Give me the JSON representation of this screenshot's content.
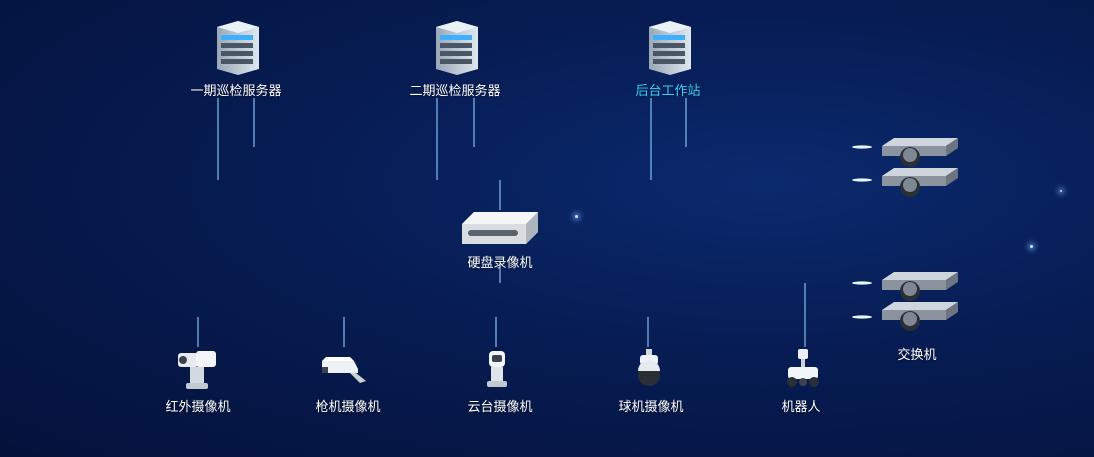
{
  "servers": [
    {
      "label": "一期巡检服务器",
      "icon": "server-icon"
    },
    {
      "label": "二期巡检服务器",
      "icon": "server-icon"
    },
    {
      "label": "后台工作站",
      "icon": "server-icon"
    }
  ],
  "nvr": {
    "label": "硬盘录像机",
    "icon": "nvr-icon"
  },
  "switch": {
    "label": "交换机",
    "icon": "switch-icon"
  },
  "devices": [
    {
      "label": "红外摄像机",
      "icon": "infrared-camera-icon"
    },
    {
      "label": "枪机摄像机",
      "icon": "bullet-camera-icon"
    },
    {
      "label": "云台摄像机",
      "icon": "ptz-camera-icon"
    },
    {
      "label": "球机摄像机",
      "icon": "dome-camera-icon"
    },
    {
      "label": "机器人",
      "icon": "robot-icon"
    }
  ],
  "colors": {
    "accent": "#34d3ff",
    "line": "#6fa8dc",
    "background": "#071d55"
  }
}
